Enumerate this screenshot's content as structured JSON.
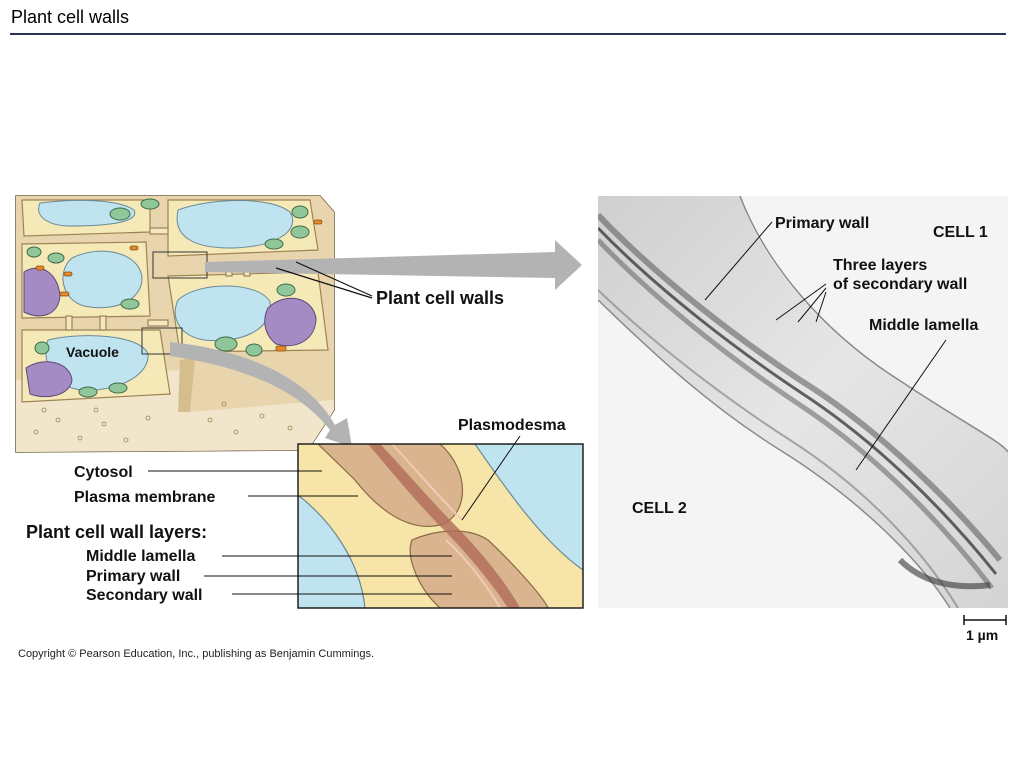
{
  "slide": {
    "title": "Plant cell walls"
  },
  "labels": {
    "vacuole": "Vacuole",
    "plant_cell_walls": "Plant cell walls",
    "plasmodesma": "Plasmodesma",
    "cytosol": "Cytosol",
    "plasma_membrane": "Plasma membrane",
    "wall_layers_heading": "Plant cell wall layers:",
    "middle_lamella": "Middle lamella",
    "primary_wall": "Primary wall",
    "secondary_wall": "Secondary wall"
  },
  "micrograph": {
    "primary_wall": "Primary wall",
    "cell1": "CELL 1",
    "three_layers_line1": "Three layers",
    "three_layers_line2": "of secondary wall",
    "middle_lamella": "Middle lamella",
    "cell2": "CELL 2",
    "scale": "1 µm"
  },
  "copyright": "Copyright © Pearson Education, Inc., publishing as Benjamin Cummings.",
  "colors": {
    "vacuole": "#bfe3ef",
    "cytoplasm": "#f6e9b8",
    "wall": "#e3cfa4",
    "nucleus": "#a48bc4",
    "chloroplast": "#8fc79a",
    "mitochondria": "#e58a2a",
    "arrow": "#b3b3b3"
  }
}
